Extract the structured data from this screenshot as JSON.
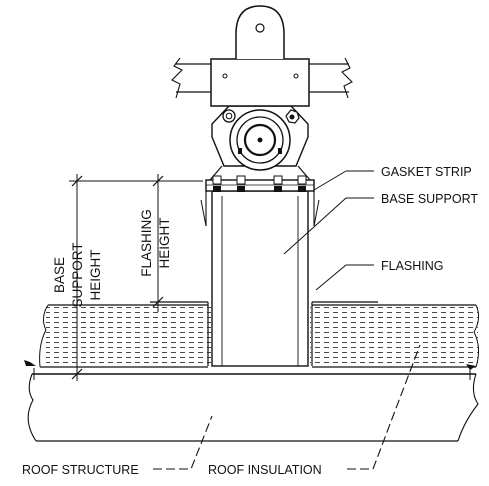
{
  "labels": {
    "gasket_strip": "GASKET STRIP",
    "base_support": "BASE SUPPORT",
    "flashing": "FLASHING",
    "roof_structure": "ROOF STRUCTURE",
    "roof_insulation": "ROOF INSULATION"
  },
  "dimensions": {
    "base_support_height": [
      "BASE",
      "SUPPORT",
      "HEIGHT"
    ],
    "flashing_height": [
      "FLASHING",
      "HEIGHT"
    ]
  }
}
